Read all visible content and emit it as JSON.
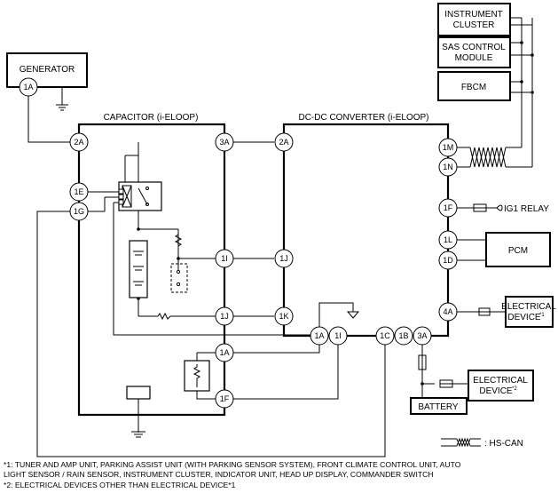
{
  "components": {
    "generator": "GENERATOR",
    "capacitor": "CAPACITOR (i-ELOOP)",
    "dcdc": "DC-DC CONVERTER (i-ELOOP)",
    "instrument_cluster": [
      "INSTRUMENT",
      "CLUSTER"
    ],
    "sas_control_module": [
      "SAS CONTROL",
      "MODULE"
    ],
    "fbcm": "FBCM",
    "pcm": "PCM",
    "battery": "BATTERY",
    "ig1_relay": "IG1 RELAY",
    "electrical_device_1": [
      "ELECTRICAL",
      "DEVICE",
      "*1"
    ],
    "electrical_device_2": [
      "ELECTRICAL",
      "DEVICE",
      "*2"
    ]
  },
  "pins": {
    "generator": [
      "1A"
    ],
    "capacitor_left": [
      "2A",
      "1E",
      "1G"
    ],
    "capacitor_right": [
      "3A",
      "1I",
      "1J",
      "1A",
      "1F"
    ],
    "dcdc_left": [
      "2A",
      "1J",
      "1K"
    ],
    "dcdc_right": [
      "1M",
      "1N",
      "1F",
      "1L",
      "1D",
      "4A"
    ],
    "dcdc_bottom": [
      "1A",
      "1I",
      "1C",
      "1B",
      "3A"
    ]
  },
  "legend": {
    "hs_can": ": HS-CAN"
  },
  "notes": [
    "*1: TUNER AND AMP UNIT, PARKING ASSIST UNIT (WITH PARKING SENSOR SYSTEM), FRONT CLIMATE CONTROL UNIT, AUTO",
    "LIGHT SENSOR / RAIN SENSOR, INSTRUMENT CLUSTER, INDICATOR UNIT, HEAD UP DISPLAY, COMMANDER SWITCH",
    "*2: ELECTRICAL DEVICES OTHER THAN ELECTRICAL DEVICE*1"
  ]
}
